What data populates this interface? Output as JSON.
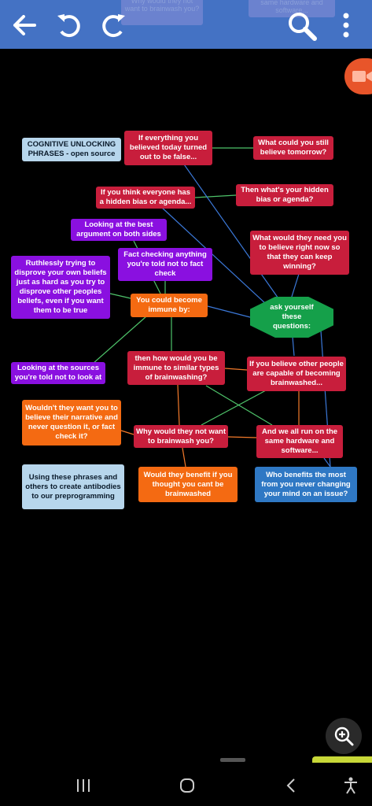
{
  "toolbar": {
    "ghost_left": "Why would they not want to brainwash you?",
    "ghost_right": "same hardware and software..."
  },
  "icons": {
    "back": "arrow-left-icon",
    "undo": "undo-icon",
    "redo": "redo-icon",
    "search": "search-icon",
    "more": "more-vert-icon",
    "video": "video-camera-icon",
    "zoom": "zoom-in-icon",
    "recents": "recents-icon",
    "home": "home-icon",
    "navback": "chevron-left-icon",
    "accessibility": "accessibility-icon"
  },
  "colors": {
    "toolbar": "#4472c4",
    "red": "#c81e3c",
    "purple": "#8a10e0",
    "orange": "#f46a12",
    "blue": "#2f78c4",
    "lightblue": "#b7d6ec",
    "green": "#15a04a"
  },
  "nodes": {
    "cognitive": "COGNITIVE UNLOCKING PHRASES - open source",
    "if_everything": "If everything you believed today turned out to be false...",
    "still_believe": "What could you still believe tomorrow?",
    "everyone_bias": "If you think everyone has a hidden bias or agenda...",
    "your_bias": "Then what's your hidden bias or agenda?",
    "best_argument": "Looking at the best argument on both sides",
    "need_believe": "What would they need you to believe right now so that they can keep winning?",
    "fact_checking": "Fact checking anything you're told not to fact check",
    "ruthlessly": "Ruthlessly trying to disprove your own beliefs just as hard as you try to disprove other peoples beliefs, even if you want them to be true",
    "immune": "You could become immune by:",
    "ask_yourself": "ask yourself these questions:",
    "looking_sources": "Looking at the sources you're told not to look at",
    "then_how": "then how would you be immune to similar types of brainwashing?",
    "believe_other": "If you believe other people are capable of becoming brainwashed...",
    "narrative": "Wouldn't they want you to believe their narrative and never question it, or fact check it?",
    "why_not": "Why would they not want to brainwash you?",
    "same_hardware": "And we all run on the same hardware and software...",
    "using_phrases": "Using these phrases and others to create antibodies to our preprogramming",
    "benefit": "Would they benefit if you thought you cant be brainwashed",
    "who_benefits": "Who benefits the most from you never changing your mind on an issue?"
  }
}
